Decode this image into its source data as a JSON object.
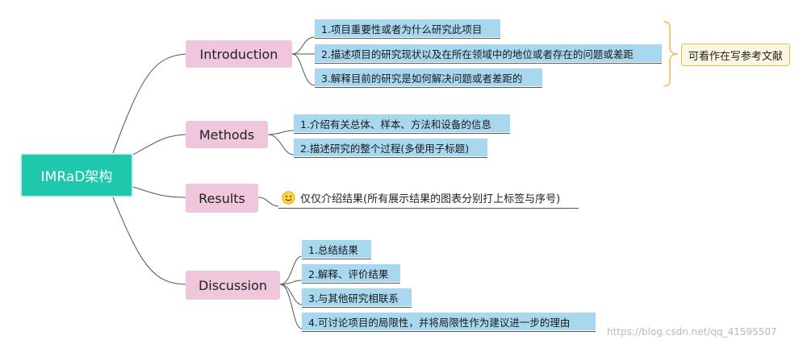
{
  "root": {
    "label": "IMRaD架构"
  },
  "branches": [
    {
      "label": "Introduction",
      "items": [
        "1.项目重要性或者为什么研究此项目",
        "2.描述项目的研究现状以及在所在领域中的地位或者存在的问题或差距",
        "3.解释目前的研究是如何解决问题或者差距的"
      ],
      "note": "可看作在写参考文献"
    },
    {
      "label": "Methods",
      "items": [
        "1.介绍有关总体、样本、方法和设备的信息",
        "2.描述研究的整个过程(多使用子标题)"
      ]
    },
    {
      "label": "Results",
      "items": [
        "仅仅介绍结果(所有展示结果的图表分别打上标签与序号)"
      ],
      "icon": "smiley-face-icon"
    },
    {
      "label": "Discussion",
      "items": [
        "1.总结结果",
        "2.解释、评价结果",
        "3.与其他研究相联系",
        "4.可讨论项目的局限性，并将局限性作为建议进一步的理由"
      ]
    }
  ],
  "watermark": "https://blog.csdn.net/qq_41595507",
  "colors": {
    "root": "#1fc8ac",
    "category": "#f0c6dc",
    "leaf": "#a8d8ef",
    "note_border": "#f1b84f",
    "bracket": "#f1b84f",
    "connector": "#555555"
  }
}
